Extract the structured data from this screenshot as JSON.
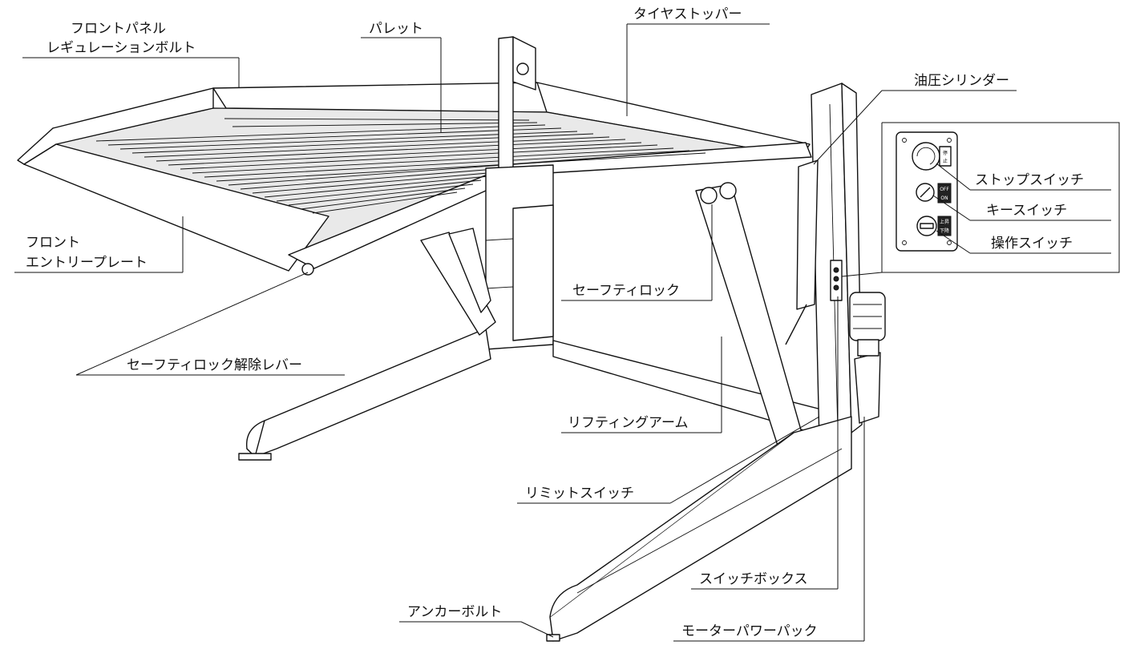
{
  "labels": {
    "front_panel_bolt_line1": "フロントパネル",
    "front_panel_bolt_line2": "レギュレーションボルト",
    "pallet": "パレット",
    "tire_stopper": "タイヤストッパー",
    "hydraulic_cylinder": "油圧シリンダー",
    "stop_switch": "ストップスイッチ",
    "key_switch": "キースイッチ",
    "operation_switch": "操作スイッチ",
    "front_entry_plate_line1": "フロント",
    "front_entry_plate_line2": "エントリープレート",
    "safety_lock": "セーフティロック",
    "safety_lock_release_lever": "セーフティロック解除レバー",
    "lifting_arm": "リフティングアーム",
    "limit_switch": "リミットスイッチ",
    "switch_box": "スイッチボックス",
    "anchor_bolt": "アンカーボルト",
    "motor_power_pack": "モーターパワーパック"
  },
  "panel_markings": {
    "stop_kanji": "停止",
    "off": "OFF",
    "on": "ON",
    "up": "上昇",
    "down": "下降"
  }
}
